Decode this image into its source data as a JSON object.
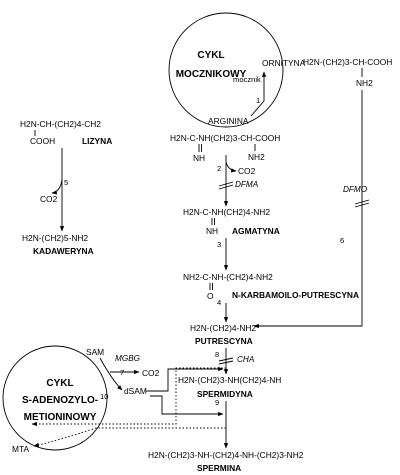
{
  "cycles": {
    "urea": {
      "line1": "CYKL",
      "line2": "MOCZNIKOWY",
      "ornithine": "ORNITYNA",
      "urea": "mocznik",
      "arginine": "ARGININA"
    },
    "sam": {
      "line1": "CYKL",
      "line2": "S-ADENOZYLO-",
      "line3": "METIONINOWY",
      "sam": "SAM",
      "dsam": "dSAM",
      "mta": "MTA"
    }
  },
  "compounds": {
    "ornithine_formula": "H2N-(CH2)3-CH-COOH",
    "ornithine_nh2": "NH2",
    "lysine_formula": "H2N-CH-(CH2)4-CH2",
    "lysine_cooh": "COOH",
    "lysine_name": "LIZYNA",
    "cadaverine_formula": "H2N-(CH2)5-NH2",
    "cadaverine_name": "KADAWERYNA",
    "arginine_formula": "H2N-C-NH(CH2)3-CH-COOH",
    "arginine_nh": "NH",
    "arginine_nh2": "NH2",
    "agmatine_formula": "H2N-C-NH(CH2)4-NH2",
    "agmatine_nh": "NH",
    "agmatine_name": "AGMATYNA",
    "carbamoyl_formula": "NH2-C-NH-(CH2)4-NH2",
    "carbamoyl_o": "O",
    "carbamoyl_name": "N-KARBAMOILO-PUTRESCYNA",
    "putrescine_formula": "H2N-(CH2)4-NH2",
    "putrescine_name": "PUTRESCYNA",
    "spermidine_formula": "H2N-(CH2)3-NH(CH2)4-NH",
    "spermidine_name": "SPERMIDYNA",
    "spermine_formula": "H2N-(CH2)3-NH-(CH2)4-NH-(CH2)3-NH2",
    "spermine_name": "SPERMINA"
  },
  "byproducts": {
    "co2_lysine": "CO2",
    "co2_arginine": "CO2",
    "co2_sam": "CO2"
  },
  "inhibitors": {
    "dfma": "DFMA",
    "dfmo": "DFMO",
    "mgbg": "MGBG",
    "cha": "CHA"
  },
  "steps": [
    "1",
    "2",
    "3",
    "4",
    "5",
    "6",
    "7",
    "8",
    "9",
    "10"
  ]
}
